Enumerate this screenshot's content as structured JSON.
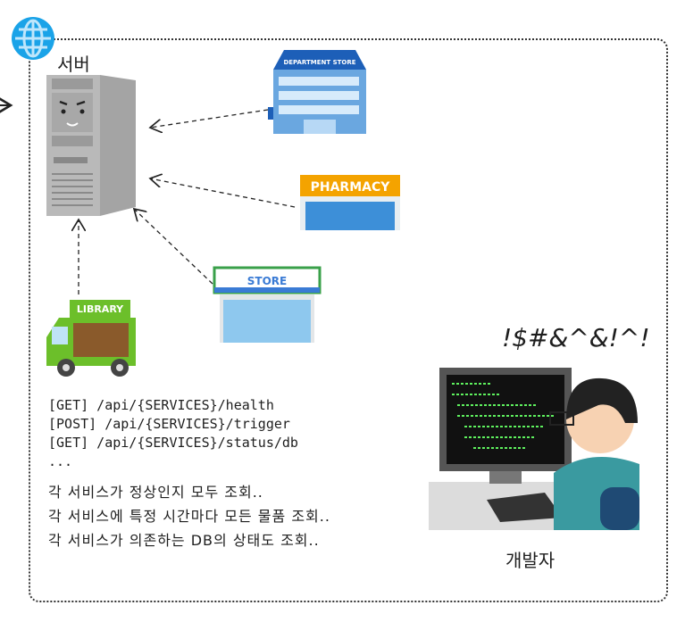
{
  "server_label": "서버",
  "developer_label": "개발자",
  "developer_exclamation": "!$#&^&!^!",
  "signs": {
    "department": "DEPARTMENT STORE",
    "pharmacy": "PHARMACY",
    "store": "STORE",
    "library": "LIBRARY"
  },
  "api_lines": [
    "[GET] /api/{SERVICES}/health",
    "[POST] /api/{SERVICES}/trigger",
    "[GET] /api/{SERVICES}/status/db",
    "..."
  ],
  "descriptions": [
    "각 서비스가 정상인지 모두 조회..",
    "각 서비스에 특정 시간마다 모든 물품 조회..",
    "각 서비스가 의존하는 DB의 상태도 조회.."
  ],
  "colors": {
    "globe": "#1aa3e8",
    "pharmacy": "#f4a300",
    "store": "#3a7bd5",
    "library_van": "#6cbf2a",
    "terminal_text": "#5ef05e"
  }
}
